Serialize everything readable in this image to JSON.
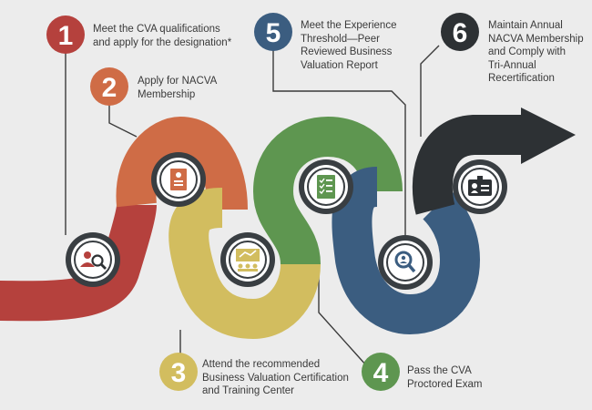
{
  "colors": {
    "background": "#ececec",
    "red": "#b5413d",
    "orange": "#cf6c46",
    "yellow": "#d2bd5f",
    "green": "#5e9650",
    "blue": "#3b5d80",
    "dark": "#2d3134",
    "ring": "#393e42",
    "text": "#3a3a3a"
  },
  "steps": [
    {
      "number": "1",
      "text": "Meet the CVA qualifications\nand apply for the designation*",
      "icon": "person-search-icon"
    },
    {
      "number": "2",
      "text": "Apply for NACVA\nMembership",
      "icon": "id-document-icon"
    },
    {
      "number": "3",
      "text": "Attend the recommended\nBusiness Valuation Certification\nand Training Center",
      "icon": "presentation-icon"
    },
    {
      "number": "4",
      "text": "Pass the CVA\nProctored Exam",
      "icon": "checklist-icon"
    },
    {
      "number": "5",
      "text": "Meet the Experience\nThreshold—Peer\nReviewed Business\nValuation Report",
      "icon": "magnifier-icon"
    },
    {
      "number": "6",
      "text": "Maintain Annual\nNACVA Membership\nand Comply with\nTri-Annual\nRecertification",
      "icon": "id-badge-icon"
    }
  ]
}
